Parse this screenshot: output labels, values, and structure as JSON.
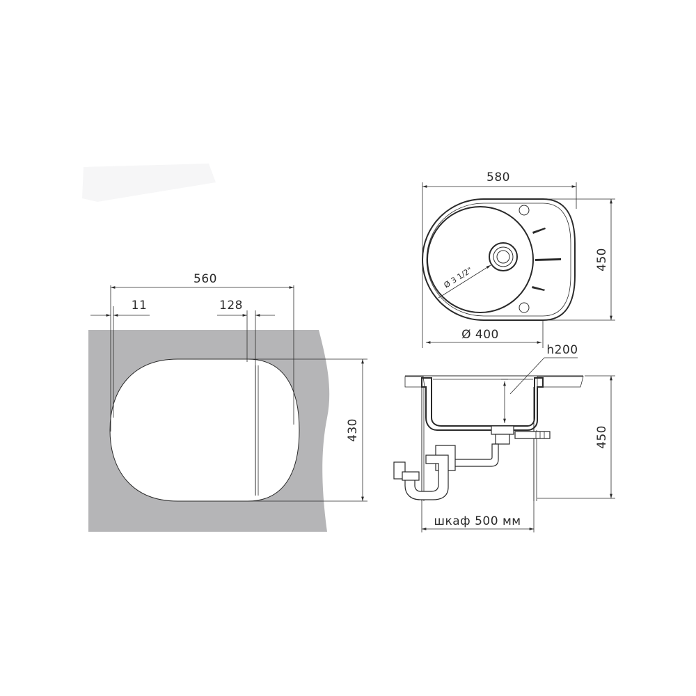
{
  "cutout_view": {
    "width_label": "560",
    "offset_label": "11",
    "rib_label": "128",
    "height_label": "430"
  },
  "top_view": {
    "width_label": "580",
    "depth_label": "450",
    "bowl_label": "Ø 400",
    "drain_label": "Ø 3 1/2\""
  },
  "side_view": {
    "depth_label": "h200",
    "height_label": "450",
    "cabinet_label": "шкаф 500 мм"
  },
  "colors": {
    "countertop": "#b5b5b7",
    "ink": "#2a2a2a"
  }
}
